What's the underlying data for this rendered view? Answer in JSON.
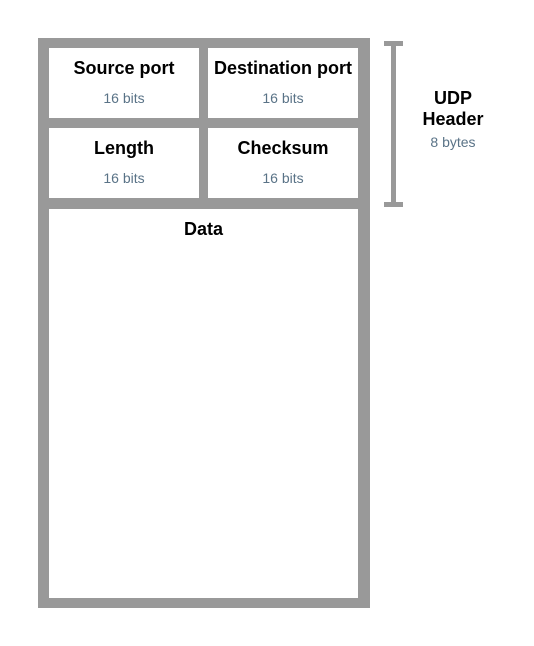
{
  "fields": {
    "source_port": {
      "name": "Source port",
      "size": "16 bits"
    },
    "destination_port": {
      "name": "Destination port",
      "size": "16 bits"
    },
    "length": {
      "name": "Length",
      "size": "16 bits"
    },
    "checksum": {
      "name": "Checksum",
      "size": "16 bits"
    },
    "data": {
      "name": "Data"
    }
  },
  "header": {
    "title_line1": "UDP",
    "title_line2": "Header",
    "size": "8 bytes"
  },
  "colors": {
    "border": "#999999",
    "size_text": "#5a7387",
    "label_text": "#000000"
  }
}
